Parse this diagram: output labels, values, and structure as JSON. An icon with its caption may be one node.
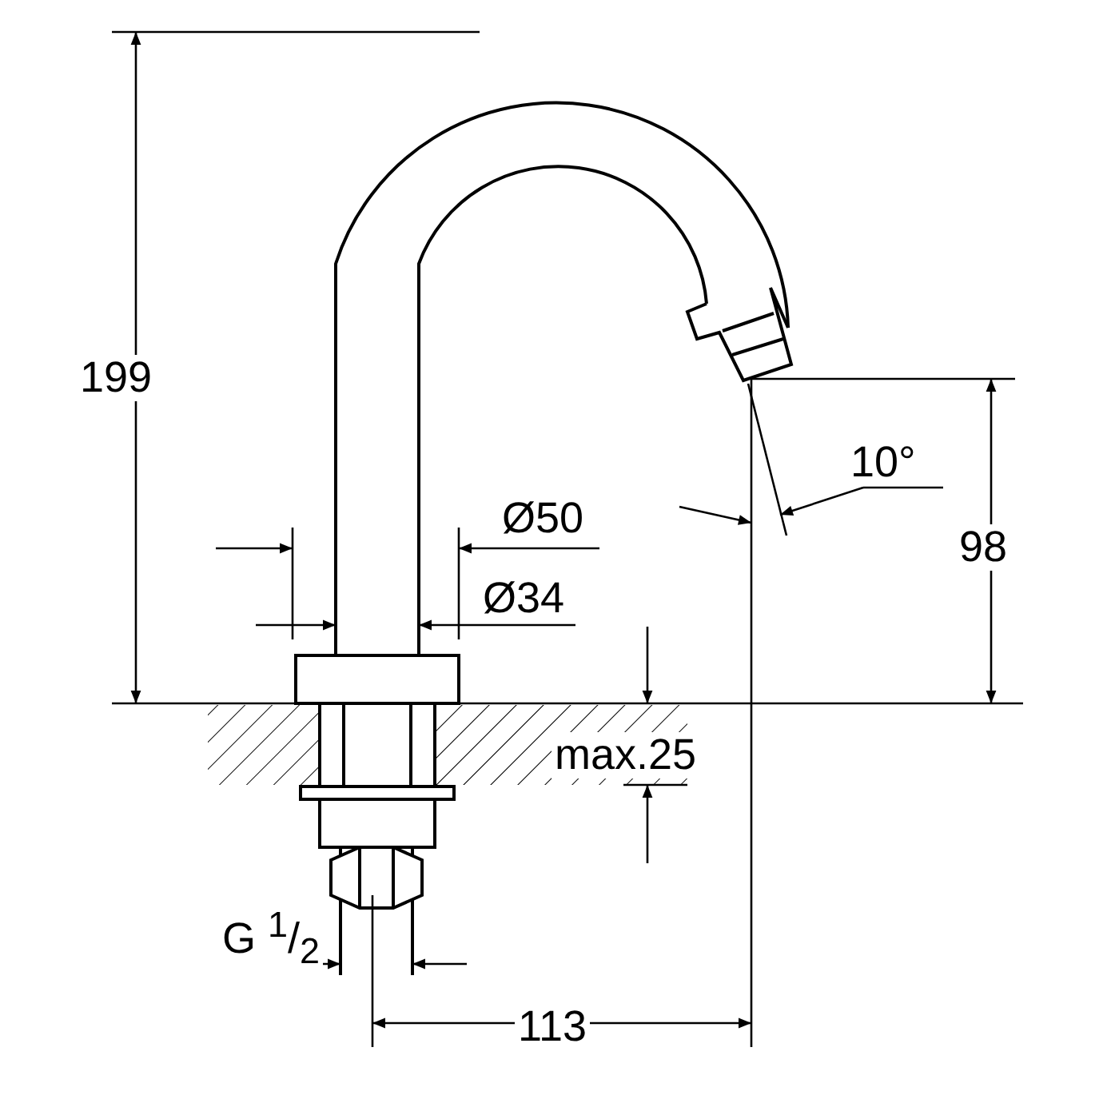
{
  "diagram": {
    "labels": [
      "199",
      "10°",
      "Ø50",
      "98",
      "Ø34",
      "max.25",
      "G $^{1}$/$_{2}$",
      "113"
    ]
  }
}
